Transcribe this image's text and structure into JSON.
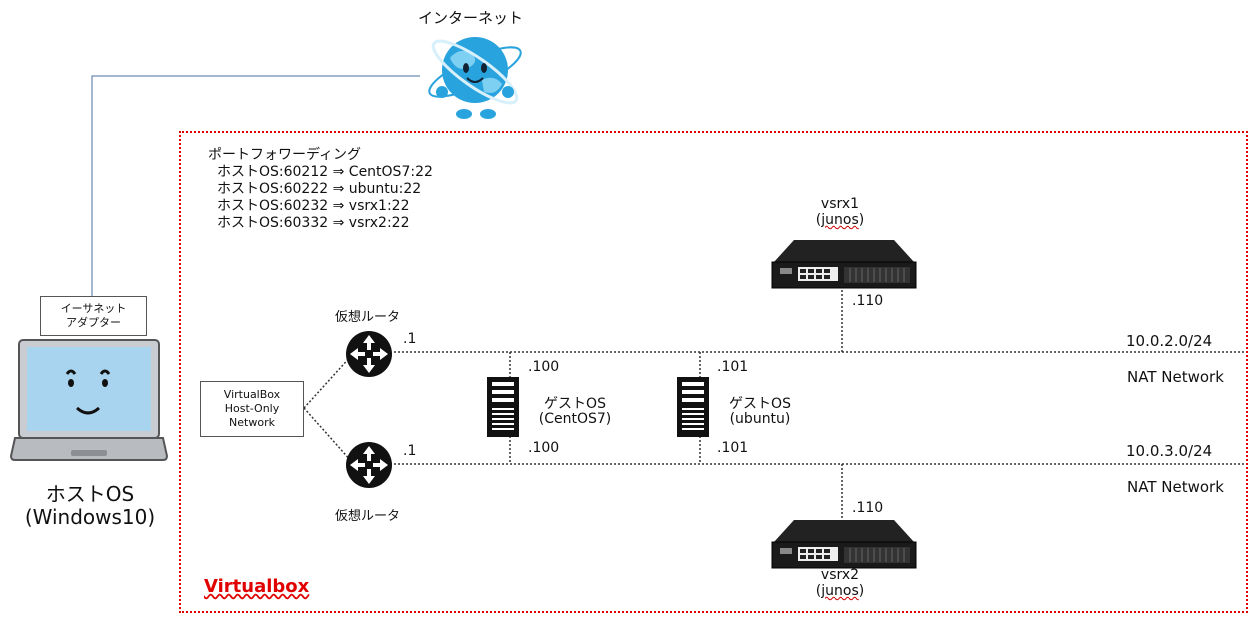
{
  "internet": {
    "label": "インターネット"
  },
  "host": {
    "label_line1": "ホストOS",
    "label_line2": "(Windows10)"
  },
  "adapter": {
    "line1": "イーサネット",
    "line2": "アダプター"
  },
  "virtualbox": {
    "label": "Virtualbox"
  },
  "host_only": {
    "line1": "VirtualBox",
    "line2": "Host-Only",
    "line3": "Network"
  },
  "port_forwarding": {
    "title": "ポートフォワーディング",
    "rules": [
      "ホストOS:60212 ⇒ CentOS7:22",
      "ホストOS:60222 ⇒ ubuntu:22",
      "ホストOS:60232 ⇒ vsrx1:22",
      "ホストOS:60332 ⇒ vsrx2:22"
    ]
  },
  "routers": {
    "top": {
      "label": "仮想ルータ",
      "ip": ".1"
    },
    "bottom": {
      "label": "仮想ルータ",
      "ip": ".1"
    }
  },
  "networks": {
    "net1": {
      "cidr": "10.0.2.0/24",
      "type": "NAT Network"
    },
    "net2": {
      "cidr": "10.0.3.0/24",
      "type": "NAT Network"
    }
  },
  "guests": {
    "centos": {
      "line1": "ゲストOS",
      "line2": "(CentOS7)",
      "ip_top": ".100",
      "ip_bottom": ".100"
    },
    "ubuntu": {
      "line1": "ゲストOS",
      "line2": "(ubuntu)",
      "ip_top": ".101",
      "ip_bottom": ".101"
    }
  },
  "vsrx1": {
    "name": "vsrx1",
    "os_prefix": "(",
    "os": "junos",
    "os_suffix": ")",
    "ip": ".110"
  },
  "vsrx2": {
    "name": "vsrx2",
    "os_prefix": "(",
    "os": "junos",
    "os_suffix": ")",
    "ip": ".110"
  },
  "colors": {
    "dashed_border": "#e00000",
    "link_line": "#4a6fa5",
    "globe": "#29a3dd"
  }
}
